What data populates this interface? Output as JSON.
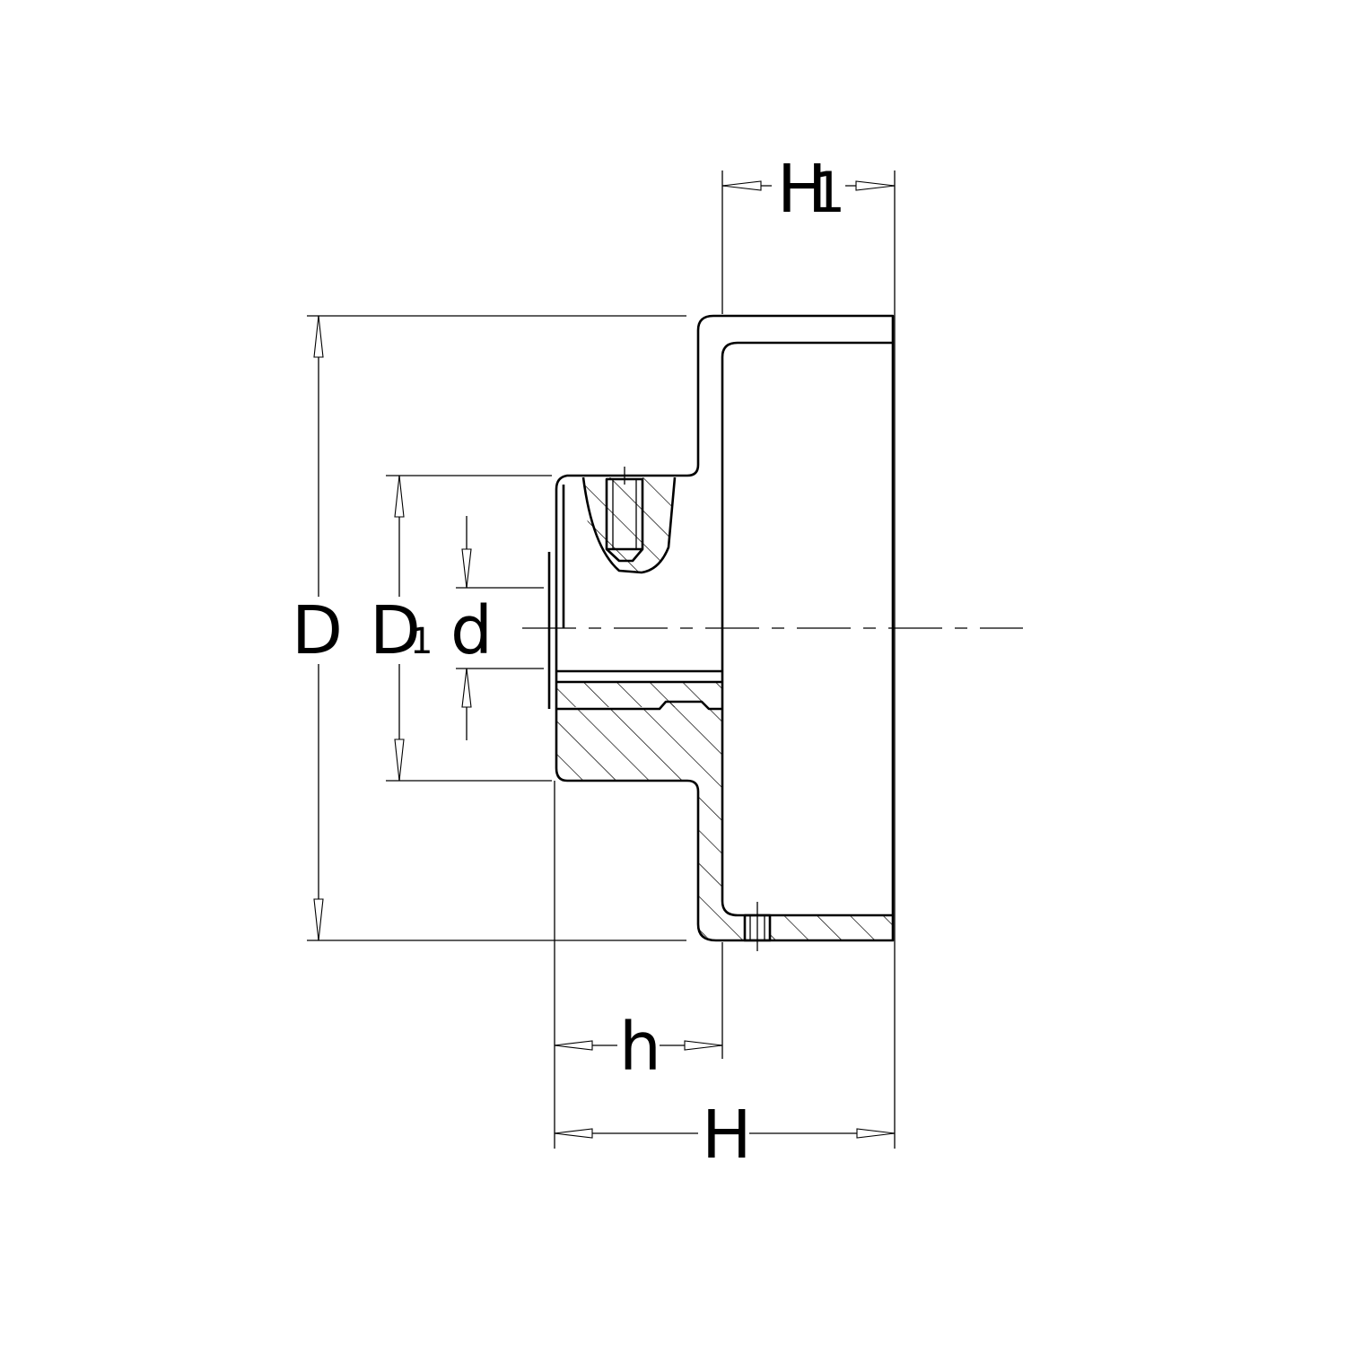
{
  "labels": {
    "H1": "H",
    "H1_sub": "1",
    "D": "D",
    "D1": "D",
    "D1_sub": "1",
    "d": "d",
    "h": "h",
    "H": "H"
  }
}
